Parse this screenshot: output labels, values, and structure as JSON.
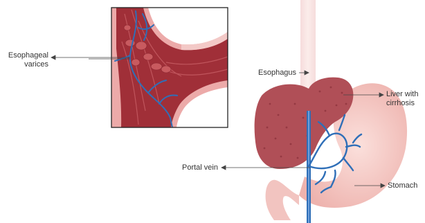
{
  "labels": {
    "esophageal_varices": [
      "Esophageal",
      "varices"
    ],
    "esophagus": "Esophagus",
    "liver": [
      "Liver with",
      "cirrhosis"
    ],
    "portal_vein": "Portal vein",
    "stomach": "Stomach"
  },
  "colors": {
    "tissue_dark": "#9e2b35",
    "tissue_mid": "#b8474f",
    "tissue_light": "#e8a3a3",
    "liver": "#b04f57",
    "stomach": "#f2c4c0",
    "vein": "#2f6fb8",
    "outline": "#222222",
    "label": "#333333"
  }
}
